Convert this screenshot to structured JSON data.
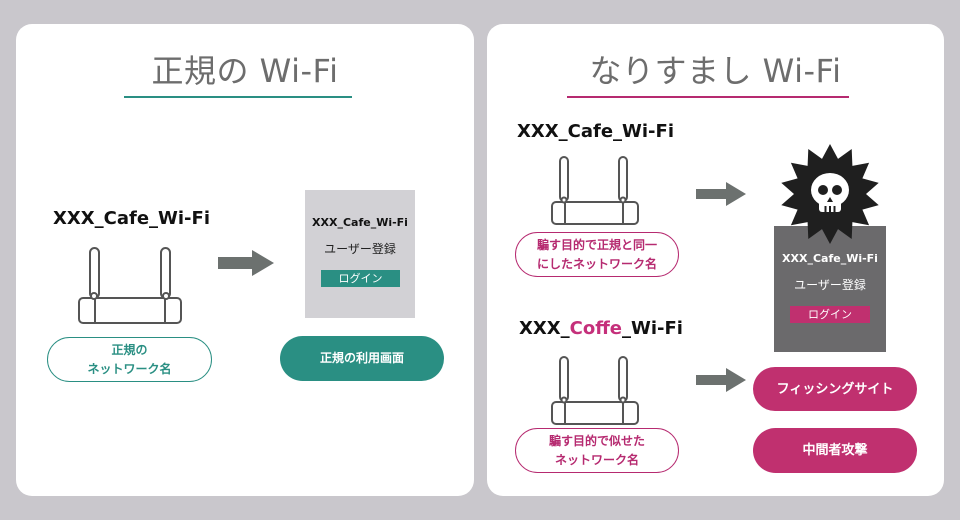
{
  "left_panel": {
    "title": "正規の Wi-Fi",
    "ssid": "XXX_Cafe_Wi-Fi",
    "router_label_line1": "正規の",
    "router_label_line2": "ネットワーク名",
    "screen": {
      "ssid": "XXX_Cafe_Wi-Fi",
      "register": "ユーザー登録",
      "login": "ログイン"
    },
    "result_label": "正規の利用画面"
  },
  "right_panel": {
    "title": "なりすまし Wi-Fi",
    "router1": {
      "ssid": "XXX_Cafe_Wi-Fi",
      "label_line1": "騙す目的で正規と同一",
      "label_line2": "にしたネットワーク名"
    },
    "router2": {
      "ssid_prefix": "XXX_",
      "ssid_highlight": "Coffe",
      "ssid_suffix": "_Wi-Fi",
      "label_line1": "騙す目的で似せた",
      "label_line2": "ネットワーク名"
    },
    "screen": {
      "ssid": "XXX_Cafe_Wi-Fi",
      "register": "ユーザー登録",
      "login": "ログイン"
    },
    "result_phishing": "フィッシングサイト",
    "result_mitm": "中間者攻撃"
  },
  "colors": {
    "background": "#c9c7cc",
    "teal": "#2a8f83",
    "pink": "#c0306f",
    "arrow": "#6c716f",
    "skull": "#1f1f1f"
  },
  "icons": [
    "router-icon",
    "arrow-right-icon",
    "skull-icon"
  ]
}
